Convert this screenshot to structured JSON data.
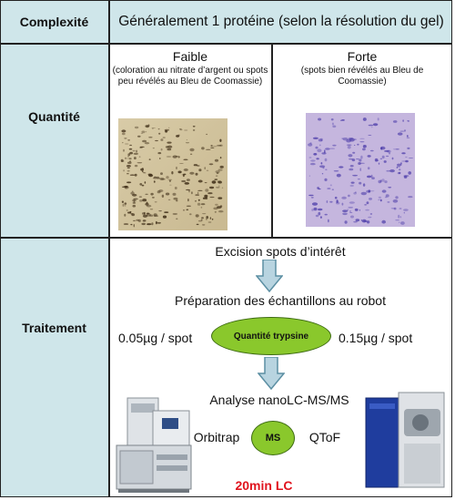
{
  "header": {
    "label": "Complexité",
    "value": "Généralement 1 protéine (selon la résolution du gel)"
  },
  "quantite": {
    "label": "Quantité",
    "faible": {
      "title": "Faible",
      "note": "(coloration au nitrate d’argent ou spots peu révélés au Bleu de Coomassie)"
    },
    "forte": {
      "title": "Forte",
      "note": "(spots bien révélés au Bleu de Coomassie)"
    }
  },
  "traitement": {
    "label": "Traitement",
    "step1": "Excision spots d’intérêt",
    "step2": "Préparation des échantillons au robot",
    "left_amount": "0.05µg / spot",
    "right_amount": "0.15µg / spot",
    "oval_label": "Quantité trypsine",
    "step3": "Analyse nanoLC-MS/MS",
    "instrument_left": "Orbitrap",
    "ms_label": "MS",
    "instrument_right": "QToF",
    "lc_time": "20min LC",
    "lc_color": "#e0141e"
  }
}
